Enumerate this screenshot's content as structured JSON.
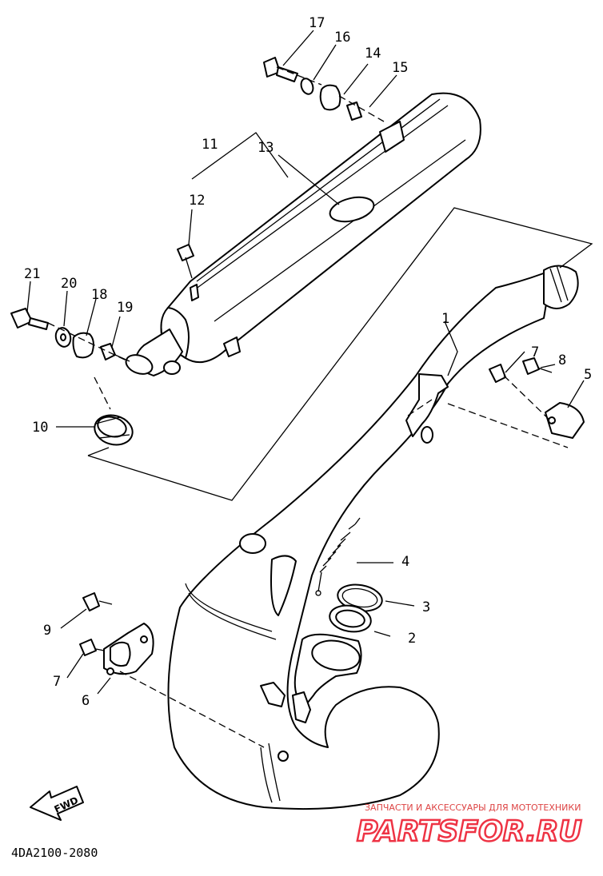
{
  "callouts": [
    "1",
    "2",
    "3",
    "4",
    "5",
    "6",
    "7",
    "7",
    "8",
    "9",
    "10",
    "11",
    "12",
    "13",
    "14",
    "15",
    "16",
    "17",
    "18",
    "19",
    "20",
    "21"
  ],
  "diagram_code": "4DA2100-2080",
  "fwd_label": "FWD",
  "watermark": {
    "tagline": "ЗАПЧАСТИ И АКСЕССУАРЫ ДЛЯ МОТОТЕХНИКИ",
    "brand": "PARTSFOR.RU"
  },
  "colors": {
    "ink": "#000000",
    "watermark": "#e34234"
  }
}
